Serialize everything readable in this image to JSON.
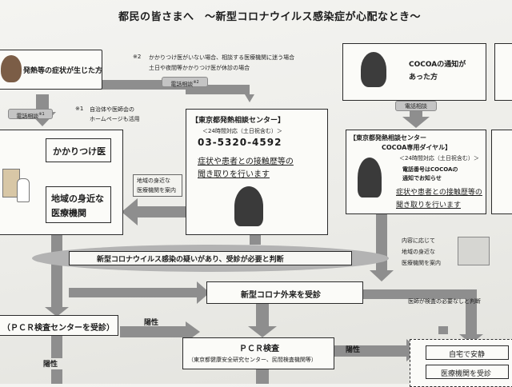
{
  "title": "都民の皆さまへ　～新型コロナウイルス感染症が心配なとき～",
  "left": {
    "symptom_label": "発熱等の症状が生じた方",
    "phone_consult_1": "電話相談",
    "phone_consult_1_mark": "※1",
    "note1_mark": "※1",
    "note1_line1": "自治体や医師会の",
    "note1_line2": "ホームページも活用",
    "family_doctor": "かかりつけ医",
    "local_clinic_line1": "地域の身近な",
    "local_clinic_line2": "医療機関"
  },
  "note2": {
    "mark": "※2",
    "line1": "かかりつけ医がいない場合、相談する医療機関に迷う場合",
    "line2": "土日や夜間等かかりつけ医が休診の場合"
  },
  "phone_consult_2": "電話相談",
  "phone_consult_2_mark": "※2",
  "center_box": {
    "header": "【東京都発熱相談センター】",
    "hours": "＜24時間対応（土日祝含む）＞",
    "phone": "03-5320-4592",
    "line1": "症状や患者との接触歴等の",
    "line2": "聞き取りを行います"
  },
  "guide_label_line1": "地域の身近な",
  "guide_label_line2": "医療機関を案内",
  "right": {
    "cocoa_line1": "COCOAの通知が",
    "cocoa_line2": "あった方",
    "phone_consult": "電話相談",
    "header1": "【東京都発熱相談センター",
    "header2": "COCOA専用ダイヤル】",
    "hours": "＜24時間対応（土日祝含む）＞",
    "note1": "電話番号はCOCOAの",
    "note2": "通知でお知らせ",
    "line1": "症状や患者との接触歴等の",
    "line2": "聞き取りを行います",
    "guide1": "内容に応じて",
    "guide2": "地域の身近な",
    "guide3": "医療機関を案内"
  },
  "suspicion_banner": "新型コロナウイルス感染の疑いがあり、受診が必要と判断",
  "new_corona_outpatient": "新型コロナ外来を受診",
  "doctor_no_test": "医師が検査の必要なしと判断",
  "pcr_center": "（ＰＣＲ検査センターを受診）",
  "positive_1": "陽性",
  "positive_2": "陽性",
  "positive_3": "陽性",
  "pcr_test_title": "ＰＣＲ検査",
  "pcr_test_sub": "（東京都健康安全研究センター、民間検査機関等）",
  "home_rest": "自宅で安静",
  "consult_clinic": "医療機関を受診",
  "colors": {
    "arrow": "#8e8e8e",
    "text": "#1c1c1c",
    "box_border": "#2a2a2a"
  }
}
